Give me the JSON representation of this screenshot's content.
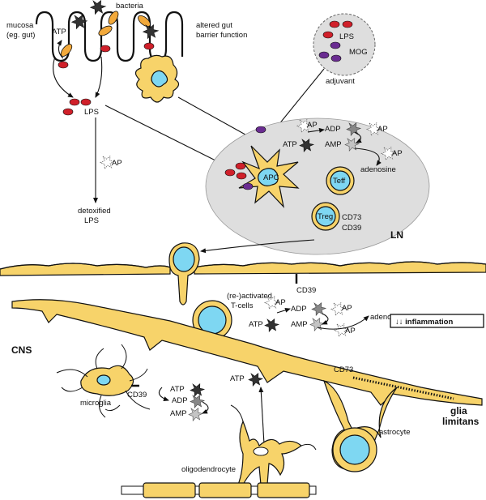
{
  "labels": {
    "mucosa_1": "mucosa",
    "mucosa_2": "(eg. gut)",
    "atp_gut": "ATP",
    "bacteria": "bacteria",
    "altered_1": "altered gut",
    "altered_2": "barrier function",
    "lps_adjuvant": "LPS",
    "mog": "MOG",
    "adjuvant": "adjuvant",
    "lps_free": "LPS",
    "ap_lps": "AP",
    "detox_1": "detoxified",
    "detox_2": "LPS",
    "ln_ap1": "AP",
    "ln_adp": "ADP",
    "ln_ap2": "AP",
    "ln_atp": "ATP",
    "ln_amp": "AMP",
    "ln_ap3": "AP",
    "ln_adenosine": "adenosine",
    "apc": "APC",
    "teff": "Teff",
    "treg": "Treg",
    "ln_cd73": "CD73",
    "ln_cd39": "CD39",
    "ln": "LN",
    "cd39_endo": "CD39",
    "tcells_1": "(re-)activated",
    "tcells_2": "T-cells",
    "cns_ap1": "AP",
    "cns_adp": "ADP",
    "cns_ap2": "AP",
    "cns_atp": "ATP",
    "cns_amp": "AMP",
    "cns_ap3": "AP",
    "cns_adenosine": "adenosine",
    "inflammation": "↓↓ inflammation",
    "cns": "CNS",
    "cns_cd73": "CD73",
    "microglia_cd39": "CD39",
    "microglia": "microglia",
    "mg_atp": "ATP",
    "mg_adp": "ADP",
    "mg_amp": "AMP",
    "oligo_atp": "ATP",
    "glia_1": "glia",
    "glia_2": "limitans",
    "astrocyte": "astrocyte",
    "oligodendrocyte": "oligodendrocyte"
  },
  "colors": {
    "cell_fill": "#f7d36a",
    "nucleus_fill": "#7ed7f2",
    "lps_red": "#d0202a",
    "mog_purple": "#6a2c91",
    "bacteria_orange": "#f2a93b",
    "lymph_node_gray": "#dedede",
    "atp_dark": "#333333",
    "adp_mid": "#888888",
    "amp_light": "#c4c4c4",
    "ap_outline": "#ffffff"
  }
}
